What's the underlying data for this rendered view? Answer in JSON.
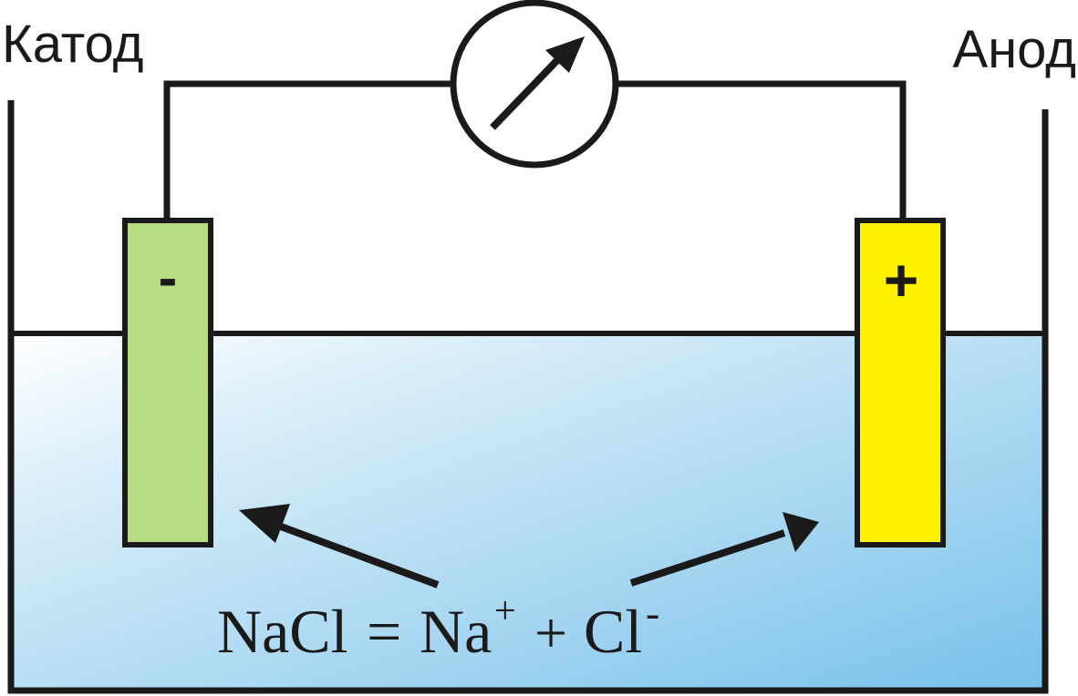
{
  "labels": {
    "cathode": "Катод",
    "anode": "Анод",
    "cathode_sign": "-",
    "anode_sign": "+"
  },
  "equation": {
    "lhs": "NaCl",
    "equals": "=",
    "ion1": "Na",
    "ion1_charge": "+",
    "plus": "+",
    "ion2": "Cl",
    "ion2_charge": "-"
  },
  "colors": {
    "cathode_fill": "#b8dc82",
    "anode_fill": "#fff200",
    "solution_top": "#ffffff",
    "solution_bottom": "#7cc3ea",
    "line": "#1a1a1a"
  }
}
